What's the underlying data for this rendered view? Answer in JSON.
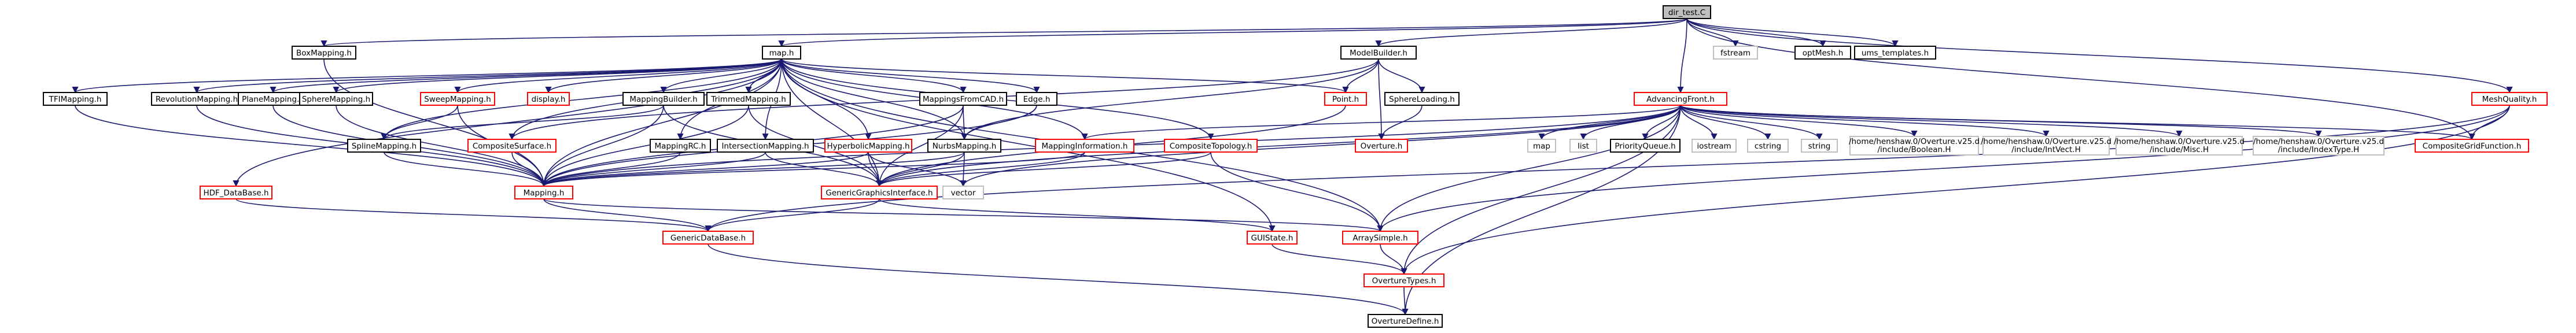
{
  "graph": {
    "root": "dir_test.C",
    "colors": {
      "edge": "#191970",
      "root_fill": "#bfbfbf",
      "root_border": "#000000",
      "documented_border": "#000000",
      "nondoc_border": "#ff0000",
      "system_border": "#bfbfbf"
    },
    "nodes": [
      {
        "id": "root",
        "label": "dir_test.C",
        "kind": "root"
      },
      {
        "id": "boxmapping",
        "label": "BoxMapping.h",
        "kind": "doc"
      },
      {
        "id": "maph",
        "label": "map.h",
        "kind": "doc"
      },
      {
        "id": "modelbuilder",
        "label": "ModelBuilder.h",
        "kind": "doc"
      },
      {
        "id": "fstream",
        "label": "fstream",
        "kind": "sys"
      },
      {
        "id": "optmesh",
        "label": "optMesh.h",
        "kind": "doc"
      },
      {
        "id": "ums",
        "label": "ums_templates.h",
        "kind": "doc"
      },
      {
        "id": "advfront",
        "label": "AdvancingFront.h",
        "kind": "nondoc"
      },
      {
        "id": "meshquality",
        "label": "MeshQuality.h",
        "kind": "nondoc"
      },
      {
        "id": "tfimap",
        "label": "TFIMapping.h",
        "kind": "doc"
      },
      {
        "id": "revmap",
        "label": "RevolutionMapping.h",
        "kind": "doc"
      },
      {
        "id": "planemap",
        "label": "PlaneMapping.h",
        "kind": "doc"
      },
      {
        "id": "spheremap",
        "label": "SphereMapping.h",
        "kind": "doc"
      },
      {
        "id": "sweepmap",
        "label": "SweepMapping.h",
        "kind": "nondoc"
      },
      {
        "id": "display",
        "label": "display.h",
        "kind": "nondoc"
      },
      {
        "id": "mapbuilder",
        "label": "MappingBuilder.h",
        "kind": "doc"
      },
      {
        "id": "trimmedmap",
        "label": "TrimmedMapping.h",
        "kind": "doc"
      },
      {
        "id": "mapfromcad",
        "label": "MappingsFromCAD.h",
        "kind": "doc"
      },
      {
        "id": "edgeh",
        "label": "Edge.h",
        "kind": "doc"
      },
      {
        "id": "pointh",
        "label": "Point.h",
        "kind": "nondoc"
      },
      {
        "id": "sphereloading",
        "label": "SphereLoading.h",
        "kind": "doc"
      },
      {
        "id": "splinemap",
        "label": "SplineMapping.h",
        "kind": "doc"
      },
      {
        "id": "compsurface",
        "label": "CompositeSurface.h",
        "kind": "nondoc"
      },
      {
        "id": "maprc",
        "label": "MappingRC.h",
        "kind": "doc"
      },
      {
        "id": "intersectmap",
        "label": "IntersectionMapping.h",
        "kind": "doc"
      },
      {
        "id": "hypermap",
        "label": "HyperbolicMapping.h",
        "kind": "nondoc"
      },
      {
        "id": "nurbsmap",
        "label": "NurbsMapping.h",
        "kind": "doc"
      },
      {
        "id": "mapinfo",
        "label": "MappingInformation.h",
        "kind": "nondoc"
      },
      {
        "id": "comptopo",
        "label": "CompositeTopology.h",
        "kind": "nondoc"
      },
      {
        "id": "overture",
        "label": "Overture.h",
        "kind": "nondoc"
      },
      {
        "id": "mapsys",
        "label": "map",
        "kind": "sys"
      },
      {
        "id": "listsys",
        "label": "list",
        "kind": "sys"
      },
      {
        "id": "pqueue",
        "label": "PriorityQueue.h",
        "kind": "doc"
      },
      {
        "id": "iostream",
        "label": "iostream",
        "kind": "sys"
      },
      {
        "id": "cstring",
        "label": "cstring",
        "kind": "sys"
      },
      {
        "id": "string",
        "label": "string",
        "kind": "sys"
      },
      {
        "id": "boolean",
        "label": "/home/henshaw.0/Overture.v25.d/include/Boolean.H",
        "kind": "sys"
      },
      {
        "id": "intvect",
        "label": "/home/henshaw.0/Overture.v25.d/include/IntVect.H",
        "kind": "sys"
      },
      {
        "id": "misc",
        "label": "/home/henshaw.0/Overture.v25.d/include/Misc.H",
        "kind": "sys"
      },
      {
        "id": "indextype",
        "label": "/home/henshaw.0/Overture.v25.d/include/IndexType.H",
        "kind": "sys"
      },
      {
        "id": "compgridfn",
        "label": "CompositeGridFunction.h",
        "kind": "nondoc"
      },
      {
        "id": "hdfdb",
        "label": "HDF_DataBase.h",
        "kind": "nondoc"
      },
      {
        "id": "mappingh",
        "label": "Mapping.h",
        "kind": "nondoc"
      },
      {
        "id": "gengraph",
        "label": "GenericGraphicsInterface.h",
        "kind": "nondoc"
      },
      {
        "id": "vector",
        "label": "vector",
        "kind": "sys"
      },
      {
        "id": "genericdb",
        "label": "GenericDataBase.h",
        "kind": "nondoc"
      },
      {
        "id": "guistate",
        "label": "GUIState.h",
        "kind": "nondoc"
      },
      {
        "id": "arraysimple",
        "label": "ArraySimple.h",
        "kind": "nondoc"
      },
      {
        "id": "overturetypes",
        "label": "OvertureTypes.h",
        "kind": "nondoc"
      },
      {
        "id": "overturedefine",
        "label": "OvertureDefine.h",
        "kind": "doc"
      }
    ],
    "edges": [
      [
        "root",
        "boxmapping"
      ],
      [
        "root",
        "maph"
      ],
      [
        "root",
        "modelbuilder"
      ],
      [
        "root",
        "fstream"
      ],
      [
        "root",
        "optmesh"
      ],
      [
        "root",
        "ums"
      ],
      [
        "root",
        "advfront"
      ],
      [
        "root",
        "meshquality"
      ],
      [
        "root",
        "compgridfn"
      ],
      [
        "boxmapping",
        "mappingh"
      ],
      [
        "maph",
        "tfimap"
      ],
      [
        "maph",
        "revmap"
      ],
      [
        "maph",
        "planemap"
      ],
      [
        "maph",
        "spheremap"
      ],
      [
        "maph",
        "sweepmap"
      ],
      [
        "maph",
        "display"
      ],
      [
        "maph",
        "mapbuilder"
      ],
      [
        "maph",
        "trimmedmap"
      ],
      [
        "maph",
        "mapfromcad"
      ],
      [
        "maph",
        "edgeh"
      ],
      [
        "maph",
        "pointh"
      ],
      [
        "maph",
        "compsurface"
      ],
      [
        "maph",
        "intersectmap"
      ],
      [
        "maph",
        "hypermap"
      ],
      [
        "maph",
        "nurbsmap"
      ],
      [
        "maph",
        "mapinfo"
      ],
      [
        "maph",
        "comptopo"
      ],
      [
        "maph",
        "hdfdb"
      ],
      [
        "maph",
        "mappingh"
      ],
      [
        "maph",
        "gengraph"
      ],
      [
        "maph",
        "guistate"
      ],
      [
        "maph",
        "arraysimple"
      ],
      [
        "maph",
        "splinemap"
      ],
      [
        "maph",
        "maprc"
      ],
      [
        "modelbuilder",
        "pointh"
      ],
      [
        "modelbuilder",
        "sphereloading"
      ],
      [
        "modelbuilder",
        "overture"
      ],
      [
        "modelbuilder",
        "compsurface"
      ],
      [
        "modelbuilder",
        "nurbsmap"
      ],
      [
        "sphereloading",
        "overture"
      ],
      [
        "tfimap",
        "mappingh"
      ],
      [
        "revmap",
        "mappingh"
      ],
      [
        "planemap",
        "mappingh"
      ],
      [
        "spheremap",
        "mappingh"
      ],
      [
        "sweepmap",
        "mappingh"
      ],
      [
        "sweepmap",
        "splinemap"
      ],
      [
        "mapbuilder",
        "mappingh"
      ],
      [
        "mapbuilder",
        "gengraph"
      ],
      [
        "mapbuilder",
        "splinemap"
      ],
      [
        "trimmedmap",
        "mappingh"
      ],
      [
        "trimmedmap",
        "gengraph"
      ],
      [
        "mapfromcad",
        "mappingh"
      ],
      [
        "mapfromcad",
        "nurbsmap"
      ],
      [
        "mapfromcad",
        "gengraph"
      ],
      [
        "edgeh",
        "mappingh"
      ],
      [
        "edgeh",
        "nurbsmap"
      ],
      [
        "pointh",
        "gengraph"
      ],
      [
        "splinemap",
        "mappingh"
      ],
      [
        "compsurface",
        "mappingh"
      ],
      [
        "maprc",
        "mappingh"
      ],
      [
        "intersectmap",
        "gengraph"
      ],
      [
        "intersectmap",
        "mappingh"
      ],
      [
        "hypermap",
        "gengraph"
      ],
      [
        "hypermap",
        "mappingh"
      ],
      [
        "hypermap",
        "vector"
      ],
      [
        "nurbsmap",
        "mappingh"
      ],
      [
        "nurbsmap",
        "gengraph"
      ],
      [
        "nurbsmap",
        "vector"
      ],
      [
        "mapinfo",
        "gengraph"
      ],
      [
        "mapinfo",
        "mappingh"
      ],
      [
        "comptopo",
        "arraysimple"
      ],
      [
        "comptopo",
        "gengraph"
      ],
      [
        "advfront",
        "mappingh"
      ],
      [
        "advfront",
        "gengraph"
      ],
      [
        "advfront",
        "arraysimple"
      ],
      [
        "advfront",
        "overturetypes"
      ],
      [
        "advfront",
        "overturedefine"
      ],
      [
        "advfront",
        "mapsys"
      ],
      [
        "advfront",
        "listsys"
      ],
      [
        "advfront",
        "pqueue"
      ],
      [
        "advfront",
        "iostream"
      ],
      [
        "advfront",
        "cstring"
      ],
      [
        "advfront",
        "string"
      ],
      [
        "advfront",
        "boolean"
      ],
      [
        "advfront",
        "intvect"
      ],
      [
        "advfront",
        "misc"
      ],
      [
        "advfront",
        "indextype"
      ],
      [
        "advfront",
        "compgridfn"
      ],
      [
        "advfront",
        "vector"
      ],
      [
        "advfront",
        "mapinfo"
      ],
      [
        "meshquality",
        "compgridfn"
      ],
      [
        "meshquality",
        "arraysimple"
      ],
      [
        "meshquality",
        "overturetypes"
      ],
      [
        "meshquality",
        "genericdb"
      ],
      [
        "hdfdb",
        "genericdb"
      ],
      [
        "mappingh",
        "genericdb"
      ],
      [
        "mappingh",
        "arraysimple"
      ],
      [
        "gengraph",
        "guistate"
      ],
      [
        "gengraph",
        "genericdb"
      ],
      [
        "genericdb",
        "overturedefine"
      ],
      [
        "guistate",
        "overturetypes"
      ],
      [
        "arraysimple",
        "overturetypes"
      ],
      [
        "overturetypes",
        "overturedefine"
      ]
    ]
  }
}
